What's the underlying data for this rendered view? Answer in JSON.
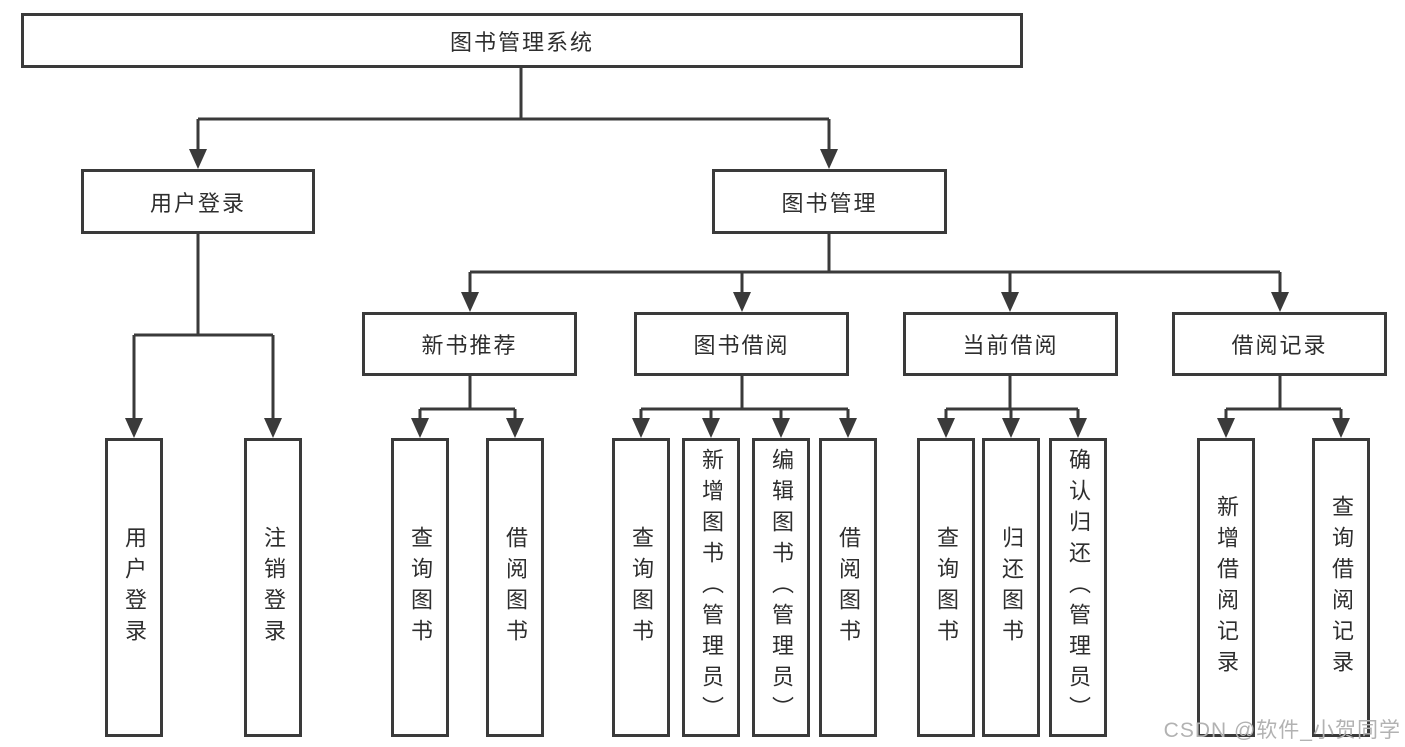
{
  "diagram": {
    "root": {
      "label": "图书管理系统"
    },
    "level2": [
      {
        "label": "用户登录",
        "children": [
          {
            "label": "用户登录"
          },
          {
            "label": "注销登录"
          }
        ]
      },
      {
        "label": "图书管理",
        "children": [
          {
            "label": "新书推荐",
            "children": [
              {
                "label": "查询图书"
              },
              {
                "label": "借阅图书"
              }
            ]
          },
          {
            "label": "图书借阅",
            "children": [
              {
                "label": "查询图书"
              },
              {
                "label": "新增图书（管理员）"
              },
              {
                "label": "编辑图书（管理员）"
              },
              {
                "label": "借阅图书"
              }
            ]
          },
          {
            "label": "当前借阅",
            "children": [
              {
                "label": "查询图书"
              },
              {
                "label": "归还图书"
              },
              {
                "label": "确认归还（管理员）"
              }
            ]
          },
          {
            "label": "借阅记录",
            "children": [
              {
                "label": "新增借阅记录"
              },
              {
                "label": "查询借阅记录"
              }
            ]
          }
        ]
      }
    ]
  },
  "watermark": {
    "text": "CSDN @软件_小贺同学"
  },
  "colors": {
    "line": "#3a3a3a",
    "text": "#2e2e2e",
    "background": "#ffffff",
    "watermark": "#b2b2b2"
  }
}
